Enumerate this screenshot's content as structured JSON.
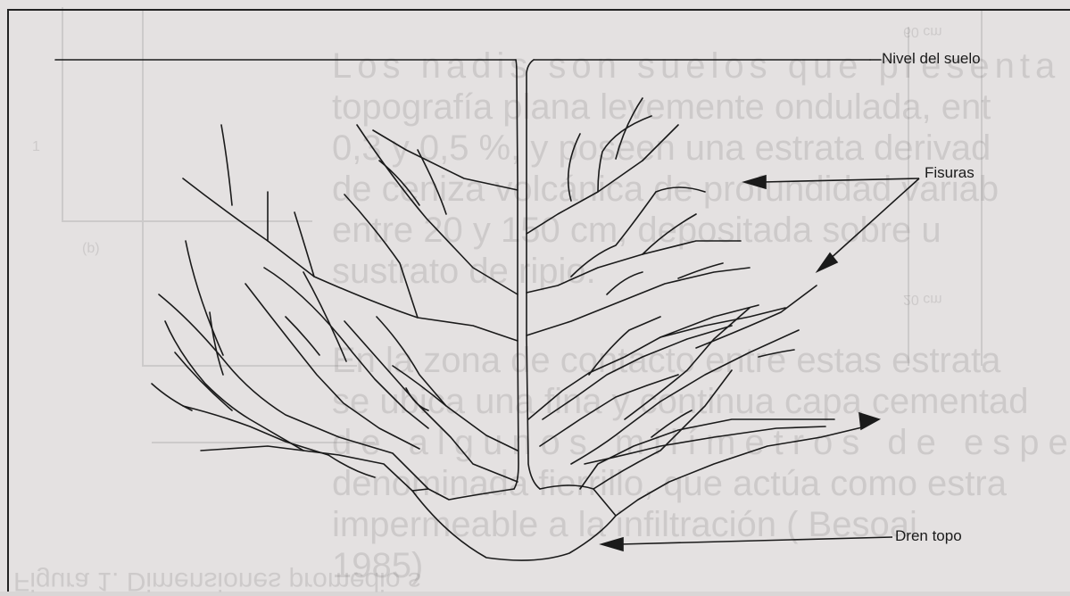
{
  "labels": {
    "ground_level": "Nivel del suelo",
    "fissures": "Fisuras",
    "drain": "Dren topo"
  },
  "bleed_through": {
    "lines": [
      "Los nadis son suelos que presenta",
      "topografía plana levemente ondulada, ent",
      "0,3 y 0,5 %, y poseen una estrata derivad",
      "de ceniza volcánica de profundidad variab",
      "entre 20 y 150 cm, depositada sobre u",
      "sustrato de ripio.",
      "En la zona de contacto entre estas estrata",
      "se ubica una fina y continua capa cementad",
      "de algunos milímetros de espeso",
      "denominada fierrillo, que actúa como estra",
      "impermeable a la infiltración ( Besoai",
      "1985)"
    ],
    "caption": "Figura 1. Dimensiones promedio s",
    "scale_top": "60 cm",
    "scale_mid": "20 cm",
    "scale_side": "1",
    "scale_left": "(b)"
  },
  "colors": {
    "line": "#1a1a1a",
    "paper": "#e4e1e1"
  }
}
